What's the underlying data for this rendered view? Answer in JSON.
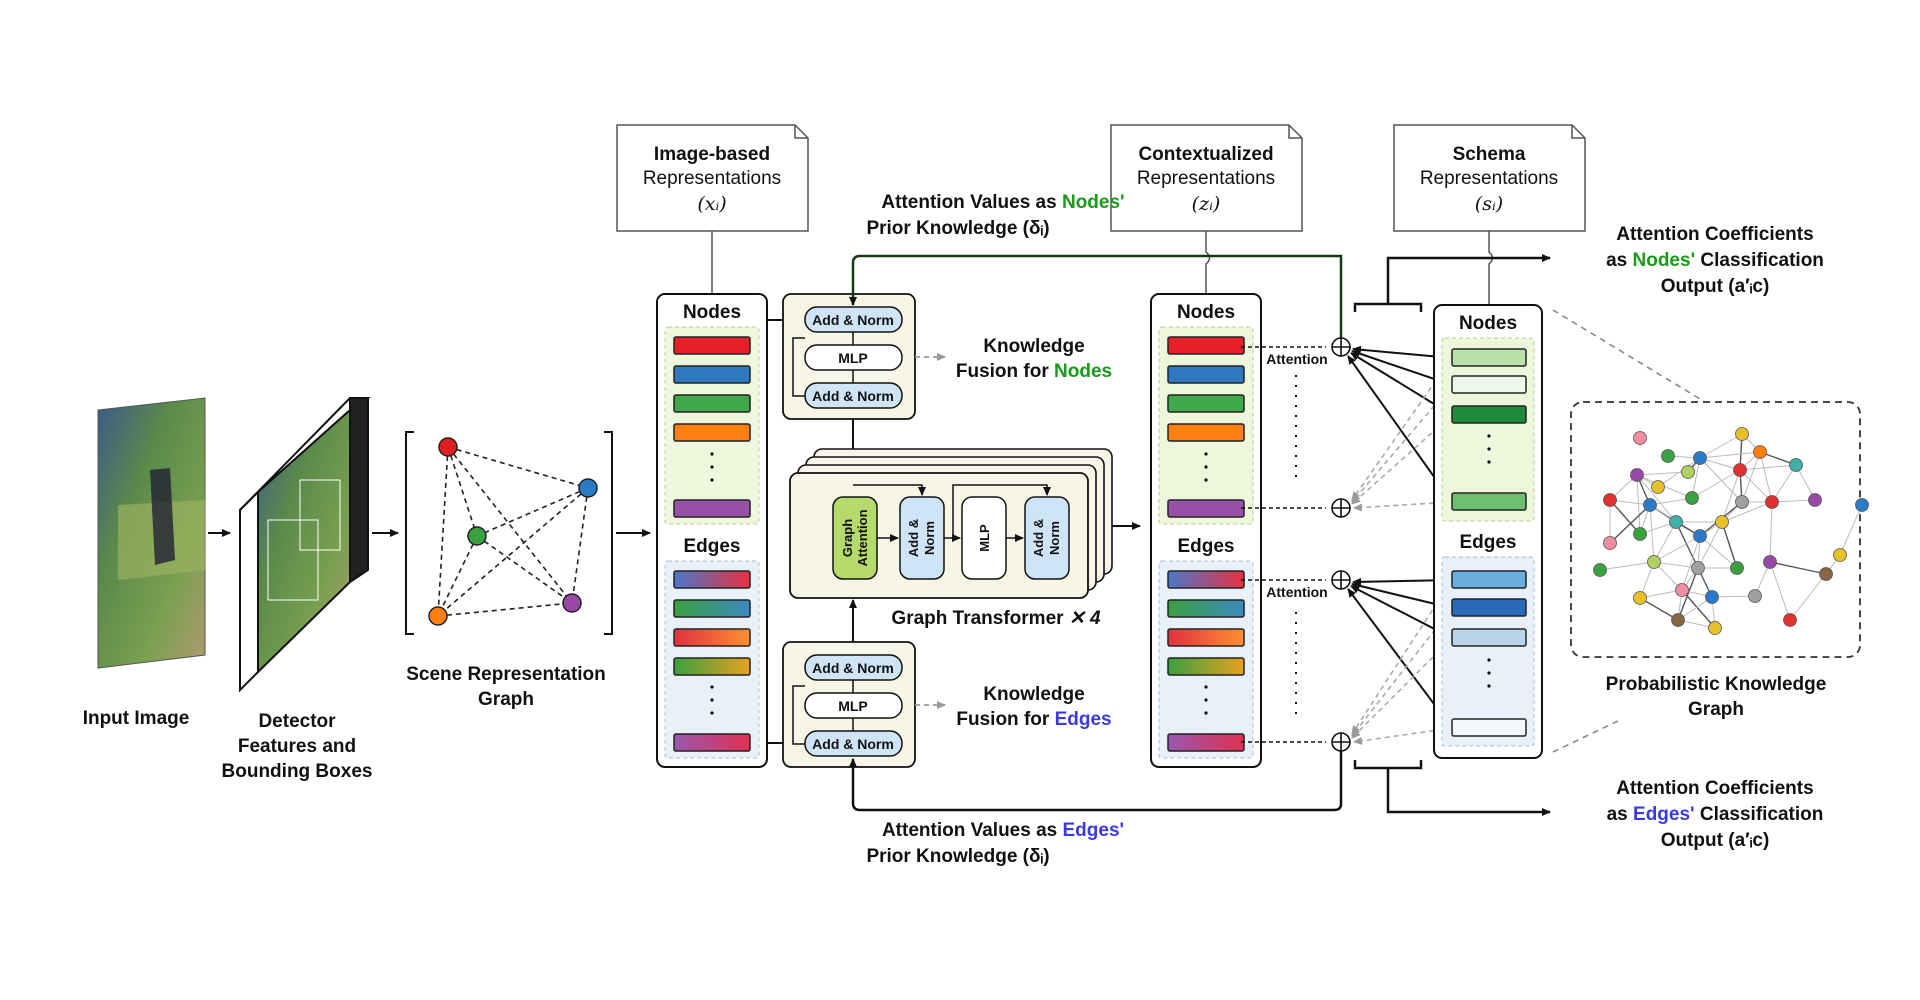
{
  "colors": {
    "nodes_green": "#1a9a1a",
    "edges_blue": "#3a3ae0",
    "node_bg": "#eef6dc",
    "edge_bg": "#e8f0fa",
    "block_bg": "#f7f5e6",
    "norm_fill": "#cfe5f7",
    "graph_attention_fill": "#b5d96a"
  },
  "labels": {
    "input_image": "Input Image",
    "detector": [
      "Detector",
      "Features and",
      "Bounding Boxes"
    ],
    "scene_graph": [
      "Scene Representation",
      "Graph"
    ],
    "nodes": "Nodes",
    "edges": "Edges",
    "add_norm": "Add & Norm",
    "mlp": "MLP",
    "graph_attention": [
      "Graph",
      "Attention"
    ],
    "add_norm_v": [
      "Add &",
      "Norm"
    ],
    "graph_transformer": "Graph Transformer",
    "graph_transformer_times": "✕ 4",
    "kf_nodes": [
      "Knowledge",
      "Fusion for",
      "Nodes"
    ],
    "kf_edges": [
      "Knowledge",
      "Fusion for",
      "Edges"
    ],
    "attention": "Attention",
    "prob_kg": [
      "Probabilistic Knowledge",
      "Graph"
    ]
  },
  "doc_boxes": {
    "image_based": {
      "title": "Image-based",
      "sub": "Representations",
      "sym": "(xᵢ)"
    },
    "contextualized": {
      "title": "Contextualized",
      "sub": "Representations",
      "sym": "(zᵢ)"
    },
    "schema": {
      "title": "Schema",
      "sub": "Representations",
      "sym": "(sᵢ)"
    }
  },
  "attention_values_nodes": {
    "pre": "Attention Values as ",
    "hl": "Nodes'",
    "line2": "Prior Knowledge (δᵢ)"
  },
  "attention_values_edges": {
    "pre": "Attention Values as ",
    "hl": "Edges'",
    "line2": "Prior Knowledge (δᵢ)"
  },
  "coef_nodes": {
    "line1": "Attention Coefficients",
    "pre": "as ",
    "hl": "Nodes'",
    "post": " Classification",
    "line3": "Output (a′ᵢc)"
  },
  "coef_edges": {
    "line1": "Attention Coefficients",
    "pre": "as ",
    "hl": "Edges'",
    "post": " Classification",
    "line3": "Output (a′ᵢc)"
  },
  "node_bar_colors": [
    "#e8202a",
    "#2f78c0",
    "#3ea84a",
    "#ff7f10",
    "#9850a8"
  ],
  "edge_bar_gradients": [
    [
      "#4a78c8",
      "#e83040"
    ],
    [
      "#3aa040",
      "#3a8ac0"
    ],
    [
      "#e03040",
      "#ff9030"
    ],
    [
      "#3aa040",
      "#e8a020"
    ],
    [
      "#9858b0",
      "#e03050"
    ]
  ],
  "schema_node_bars": [
    "#b8e0a8",
    "#eef8ea",
    "#1e8a3a",
    "#6cc070"
  ],
  "schema_edge_bars": [
    "#6aaede",
    "#2a6ab8",
    "#b8d4e8",
    "#f4f8fc"
  ],
  "scene_node_colors": [
    "#e02020",
    "#2a7ac8",
    "#3aa040",
    "#ff8010",
    "#9a48a8"
  ],
  "kg_palette": [
    "#f28ca0",
    "#e8c02a",
    "#2a7ac8",
    "#3aa040",
    "#ff8010",
    "#9a48a8",
    "#e03030",
    "#40b0a8",
    "#a0a0a0",
    "#b0d060",
    "#886644"
  ]
}
